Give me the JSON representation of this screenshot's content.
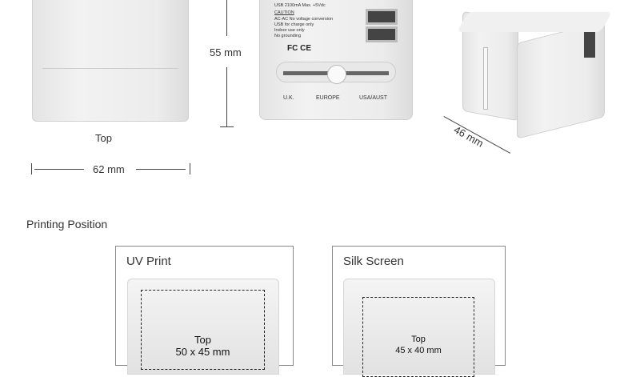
{
  "top_view": {
    "label": "Top",
    "width_dim": "62 mm"
  },
  "front_view": {
    "height_dim": "55 mm",
    "spec_line": "USB 2100mA Max. +5Vdc",
    "caution_title": "CAUTION",
    "caution_lines": [
      "AC-AC No voltage conversion",
      "USB for charge only",
      "Indoor use only",
      "No grounding"
    ],
    "cert_marks": "FC CE",
    "slider_labels": [
      "U.K.",
      "EUROPE",
      "USA/AUST"
    ]
  },
  "iso_view": {
    "depth_dim": "46 mm"
  },
  "printing": {
    "title": "Printing Position",
    "options": [
      {
        "name": "UV Print",
        "area_label": "Top",
        "area_size": "50 x 45 mm"
      },
      {
        "name": "Silk Screen",
        "area_label": "Top",
        "area_size": "45 x 40 mm"
      }
    ]
  }
}
